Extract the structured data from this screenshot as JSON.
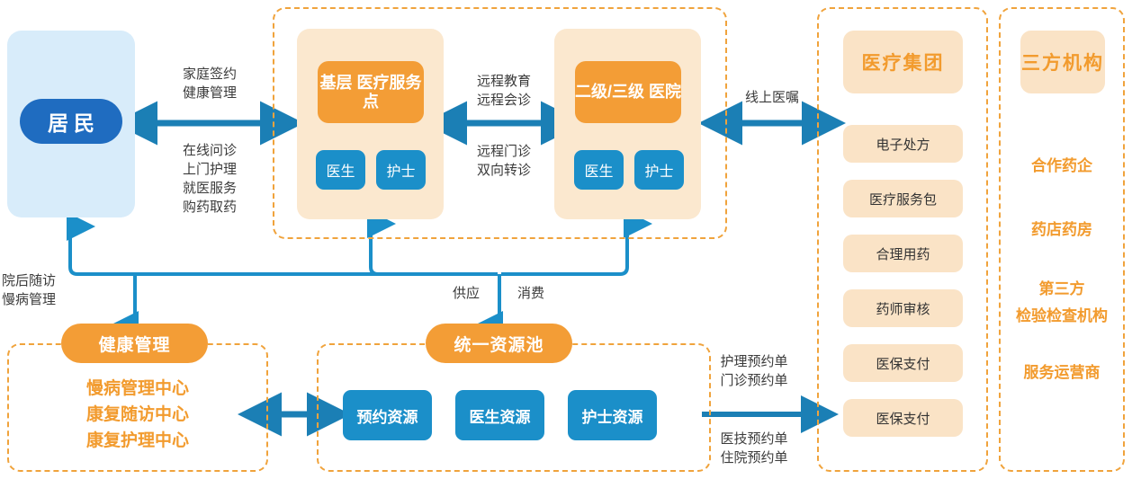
{
  "colors": {
    "orange": "#f39d36",
    "orange_text": "#f29b2e",
    "cream": "#fbe8cf",
    "chip_cream": "#fae3c6",
    "blue_dark": "#1f6cc0",
    "blue": "#1b8fc9",
    "panel_blue": "#d8ecfa",
    "arrow_blue": "#1b7fb5",
    "connector_blue": "#1b8fc9",
    "dashed_border": "#f0a33c",
    "label_text": "#3b3b3b"
  },
  "resident": {
    "panel_name": "resident-panel",
    "label": "居民"
  },
  "arrows": {
    "resident_to_care": {
      "top": "家庭签约\n健康管理",
      "bottom": "在线问诊\n上门护理\n就医服务\n购药取药"
    },
    "grassroots_to_hospital": {
      "top": "远程教育\n远程会诊",
      "bottom": "远程门诊\n双向转诊"
    },
    "care_to_group": {
      "label": "线上医嘱"
    },
    "followup": {
      "label": "院后随访\n慢病管理"
    },
    "pool_flow": {
      "supply": "供应",
      "consume": "消费"
    },
    "pool_to_group": {
      "top": "护理预约单\n门诊预约单",
      "bottom": "医技预约单\n住院预约单"
    }
  },
  "care_group": {
    "grassroots": {
      "title": "基层\n医疗服务点",
      "roles": [
        "医生",
        "护士"
      ]
    },
    "hospital": {
      "title": "二级/三级\n医院",
      "roles": [
        "医生",
        "护士"
      ]
    }
  },
  "medical_group": {
    "header": "医疗集团",
    "items": [
      "电子处方",
      "医疗服务包",
      "合理用药",
      "药师审核",
      "医保支付",
      "医保支付"
    ]
  },
  "third_party": {
    "header": "三方机构",
    "items": [
      "合作药企",
      "药店药房",
      "第三方\n检验检查机构",
      "服务运营商"
    ]
  },
  "health_management": {
    "header": "健康管理",
    "items": [
      "慢病管理中心",
      "康复随访中心",
      "康复护理中心"
    ]
  },
  "resource_pool": {
    "header": "统一资源池",
    "items": [
      "预约资源",
      "医生资源",
      "护士资源"
    ]
  }
}
